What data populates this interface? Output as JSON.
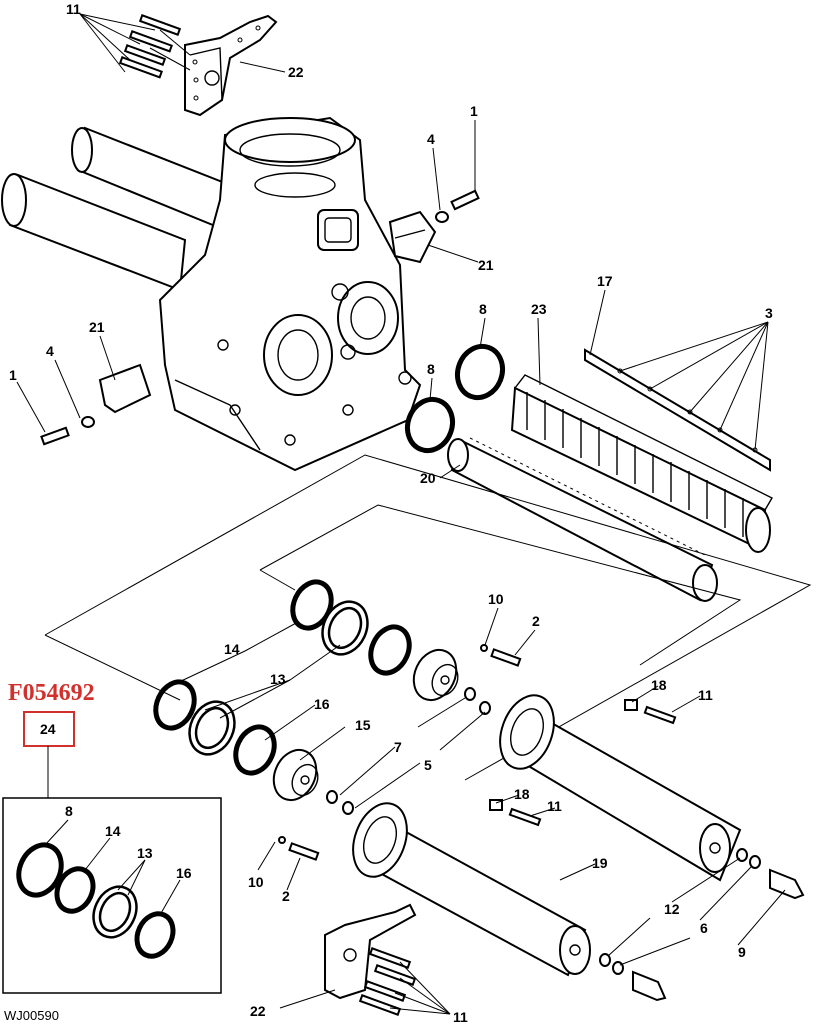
{
  "figure_code": "F054692",
  "footer_code": "WJ00590",
  "inset_label": "24",
  "callouts": {
    "c11_top": "11",
    "c22_top": "22",
    "c1_right": "1",
    "c4_right": "4",
    "c21_right": "21",
    "c17": "17",
    "c3": "3",
    "c8_upper": "8",
    "c23": "23",
    "c21_left": "21",
    "c4_left": "4",
    "c1_left": "1",
    "c8_lower": "8",
    "c20": "20",
    "c10_upper": "10",
    "c2_upper": "2",
    "c14": "14",
    "c13": "13",
    "c18_upper": "18",
    "c11_mid": "11",
    "c16": "16",
    "c15": "15",
    "c7": "7",
    "c5": "5",
    "c18_lower": "18",
    "c11_lower": "11",
    "c19": "19",
    "c10_lower": "10",
    "c2_lower": "2",
    "c12": "12",
    "c6": "6",
    "c9": "9",
    "c22_bottom": "22",
    "c11_bottom": "11",
    "inset_8": "8",
    "inset_14": "14",
    "inset_13": "13",
    "inset_16": "16"
  }
}
